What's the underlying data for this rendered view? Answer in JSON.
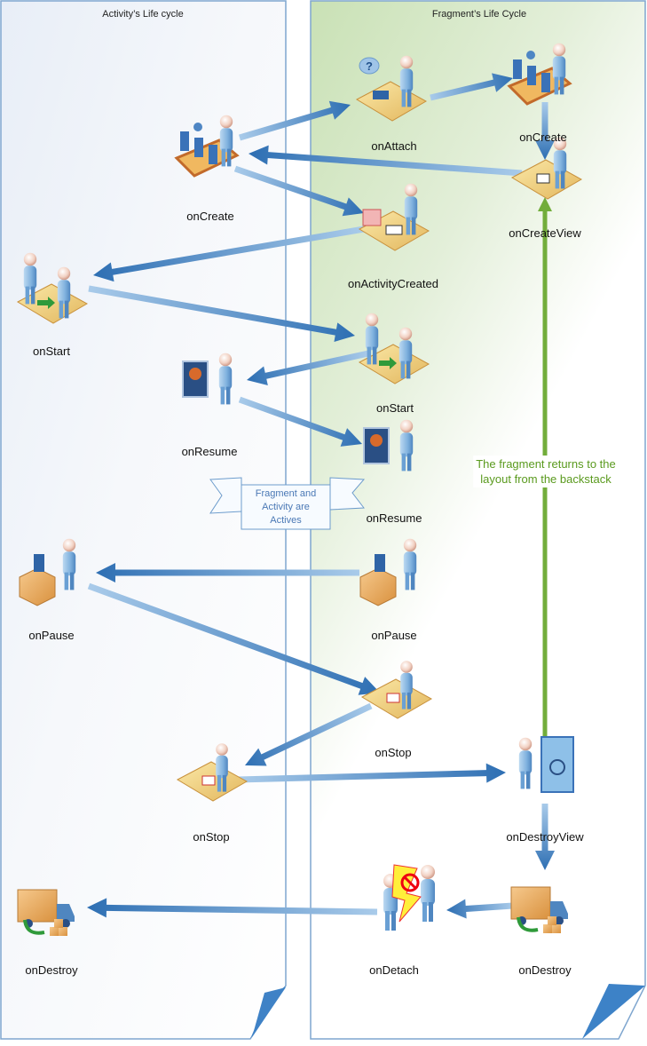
{
  "diagram": {
    "type": "sequence-lifecycle",
    "lanes": [
      {
        "id": "activity",
        "title": "Activity’s Life cycle",
        "background": "#eef2f8",
        "border": "#7fa6cf"
      },
      {
        "id": "fragment",
        "title": "Fragment’s Life Cycle",
        "background": "#d2e6c2",
        "border": "#7fa6cf"
      }
    ],
    "nodes": [
      {
        "id": "a_create",
        "lane": "activity",
        "label": "onCreate",
        "icon": "conveyor-worker-icon"
      },
      {
        "id": "f_attach",
        "lane": "fragment",
        "label": "onAttach",
        "icon": "phone-desk-question-icon"
      },
      {
        "id": "f_create",
        "lane": "fragment",
        "label": "onCreate",
        "icon": "conveyor-worker-icon"
      },
      {
        "id": "f_createview",
        "lane": "fragment",
        "label": "onCreateView",
        "icon": "desk-drawing-icon"
      },
      {
        "id": "f_actcreated",
        "lane": "fragment",
        "label": "onActivityCreated",
        "icon": "desk-paperwork-icon"
      },
      {
        "id": "a_start",
        "lane": "activity",
        "label": "onStart",
        "icon": "handover-desk-icon"
      },
      {
        "id": "f_start",
        "lane": "fragment",
        "label": "onStart",
        "icon": "handover-desk-icon"
      },
      {
        "id": "a_resume",
        "lane": "activity",
        "label": "onResume",
        "icon": "presentation-board-icon"
      },
      {
        "id": "f_resume",
        "lane": "fragment",
        "label": "onResume",
        "icon": "presentation-board-icon"
      },
      {
        "id": "a_pause",
        "lane": "activity",
        "label": "onPause",
        "icon": "packing-box-icon"
      },
      {
        "id": "f_pause",
        "lane": "fragment",
        "label": "onPause",
        "icon": "packing-box-icon"
      },
      {
        "id": "f_stop",
        "lane": "fragment",
        "label": "onStop",
        "icon": "desk-cancel-form-icon"
      },
      {
        "id": "a_stop",
        "lane": "activity",
        "label": "onStop",
        "icon": "desk-cancel-form-icon"
      },
      {
        "id": "f_destroyview",
        "lane": "fragment",
        "label": "onDestroyView",
        "icon": "safe-vault-icon"
      },
      {
        "id": "f_destroy",
        "lane": "fragment",
        "label": "onDestroy",
        "icon": "delivery-truck-icon"
      },
      {
        "id": "f_detach",
        "lane": "fragment",
        "label": "onDetach",
        "icon": "split-people-forbidden-icon"
      },
      {
        "id": "a_destroy",
        "lane": "activity",
        "label": "onDestroy",
        "icon": "delivery-truck-icon"
      }
    ],
    "edges": [
      {
        "from": "a_create",
        "to": "f_attach"
      },
      {
        "from": "f_attach",
        "to": "f_create"
      },
      {
        "from": "f_create",
        "to": "f_createview"
      },
      {
        "from": "f_createview",
        "to": "a_create"
      },
      {
        "from": "a_create",
        "to": "f_actcreated"
      },
      {
        "from": "f_actcreated",
        "to": "a_start"
      },
      {
        "from": "a_start",
        "to": "f_start"
      },
      {
        "from": "f_start",
        "to": "a_resume"
      },
      {
        "from": "a_resume",
        "to": "f_resume"
      },
      {
        "from": "f_pause",
        "to": "a_pause"
      },
      {
        "from": "a_pause",
        "to": "f_stop"
      },
      {
        "from": "f_stop",
        "to": "a_stop"
      },
      {
        "from": "a_stop",
        "to": "f_destroyview"
      },
      {
        "from": "f_destroyview",
        "to": "f_destroy"
      },
      {
        "from": "f_destroy",
        "to": "f_detach"
      },
      {
        "from": "f_detach",
        "to": "a_destroy"
      },
      {
        "from": "f_destroyview",
        "to": "f_createview",
        "style": "green",
        "label": "The fragment returns to the layout from the backstack"
      }
    ],
    "banner": {
      "text_lines": [
        "Fragment and",
        "Activity are",
        "Actives"
      ]
    },
    "backstack_note": {
      "lines": [
        "The fragment returns to the",
        "layout from the backstack"
      ],
      "color": "#6aa532"
    },
    "colors": {
      "arrow_dark": "#2e6fb3",
      "arrow_light": "#a9cbea",
      "green": "#72ad3b"
    }
  }
}
